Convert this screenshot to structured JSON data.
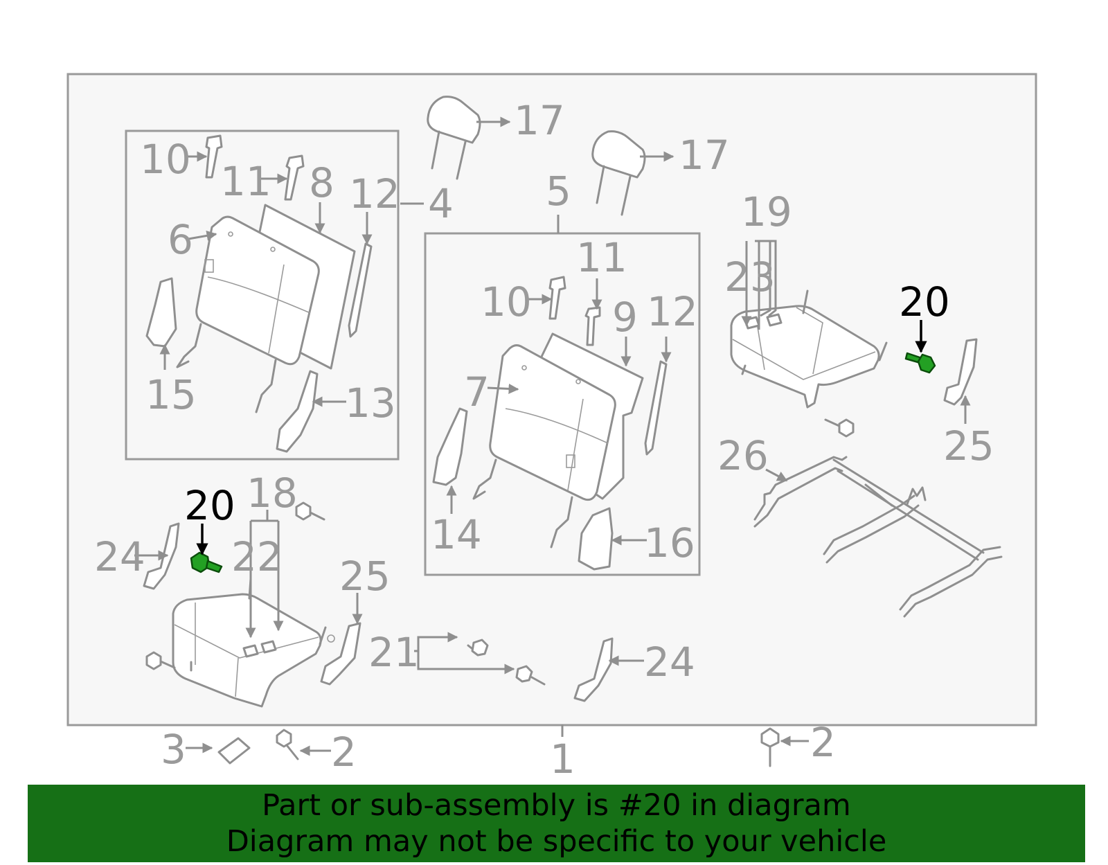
{
  "diagram": {
    "callouts": {
      "c1": "1",
      "c2a": "2",
      "c2b": "2",
      "c3": "3",
      "c4": "4",
      "c5": "5",
      "c6": "6",
      "c7": "7",
      "c8": "8",
      "c9": "9",
      "c10a": "10",
      "c10b": "10",
      "c11a": "11",
      "c11b": "11",
      "c12a": "12",
      "c12b": "12",
      "c13": "13",
      "c14": "14",
      "c15": "15",
      "c16": "16",
      "c17a": "17",
      "c17b": "17",
      "c18": "18",
      "c19": "19",
      "c20a": "20",
      "c20b": "20",
      "c21": "21",
      "c22": "22",
      "c23": "23",
      "c24a": "24",
      "c24b": "24",
      "c25a": "25",
      "c25b": "25",
      "c26": "26"
    },
    "highlighted_part": "20",
    "highlight_color": "#23a023"
  },
  "banner": {
    "line1": "Part or sub-assembly is #20 in diagram",
    "line2": "Diagram may not be specific to your vehicle",
    "background": "#167016"
  }
}
